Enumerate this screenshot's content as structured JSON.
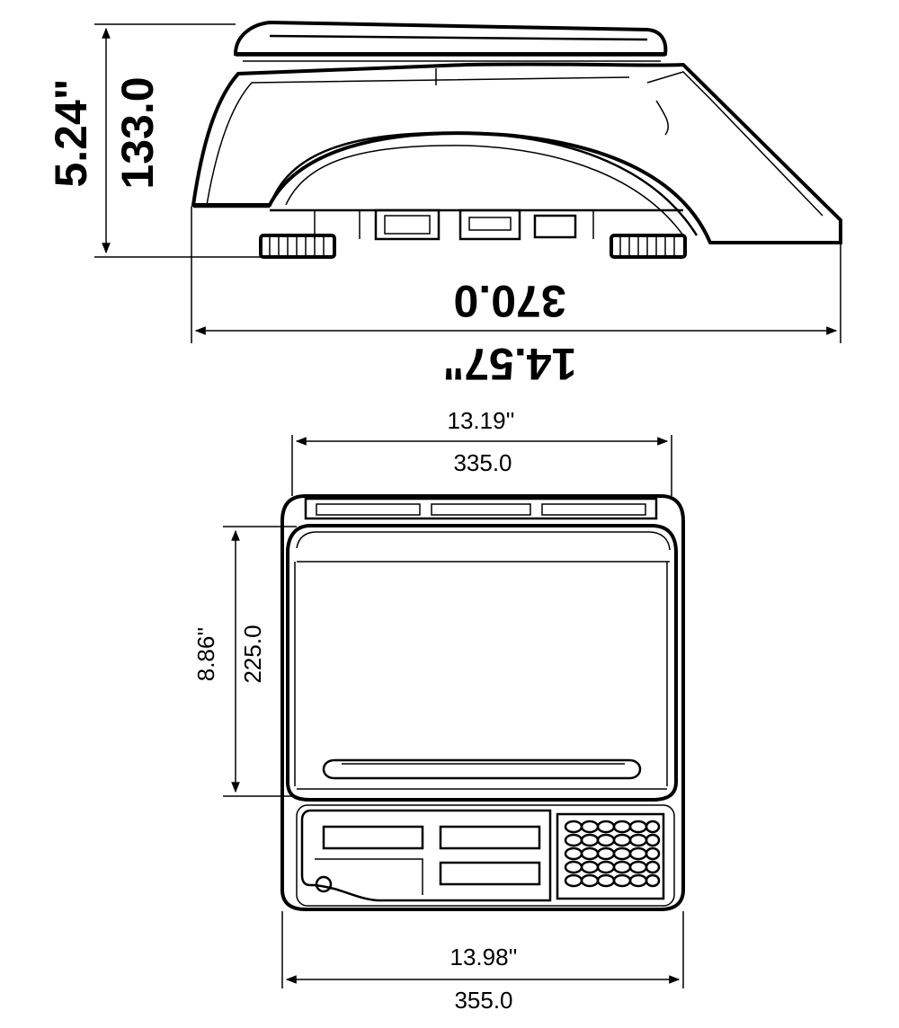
{
  "side_view": {
    "height_in": "5.24\"",
    "height_mm": "133.0",
    "length_mm": "370.0",
    "length_in": "14.57\""
  },
  "top_view": {
    "platform_width_in": "13.19''",
    "platform_width_mm": "335.0",
    "platform_depth_in": "8.86''",
    "platform_depth_mm": "225.0",
    "overall_width_in": "13.98''",
    "overall_width_mm": "355.0"
  }
}
